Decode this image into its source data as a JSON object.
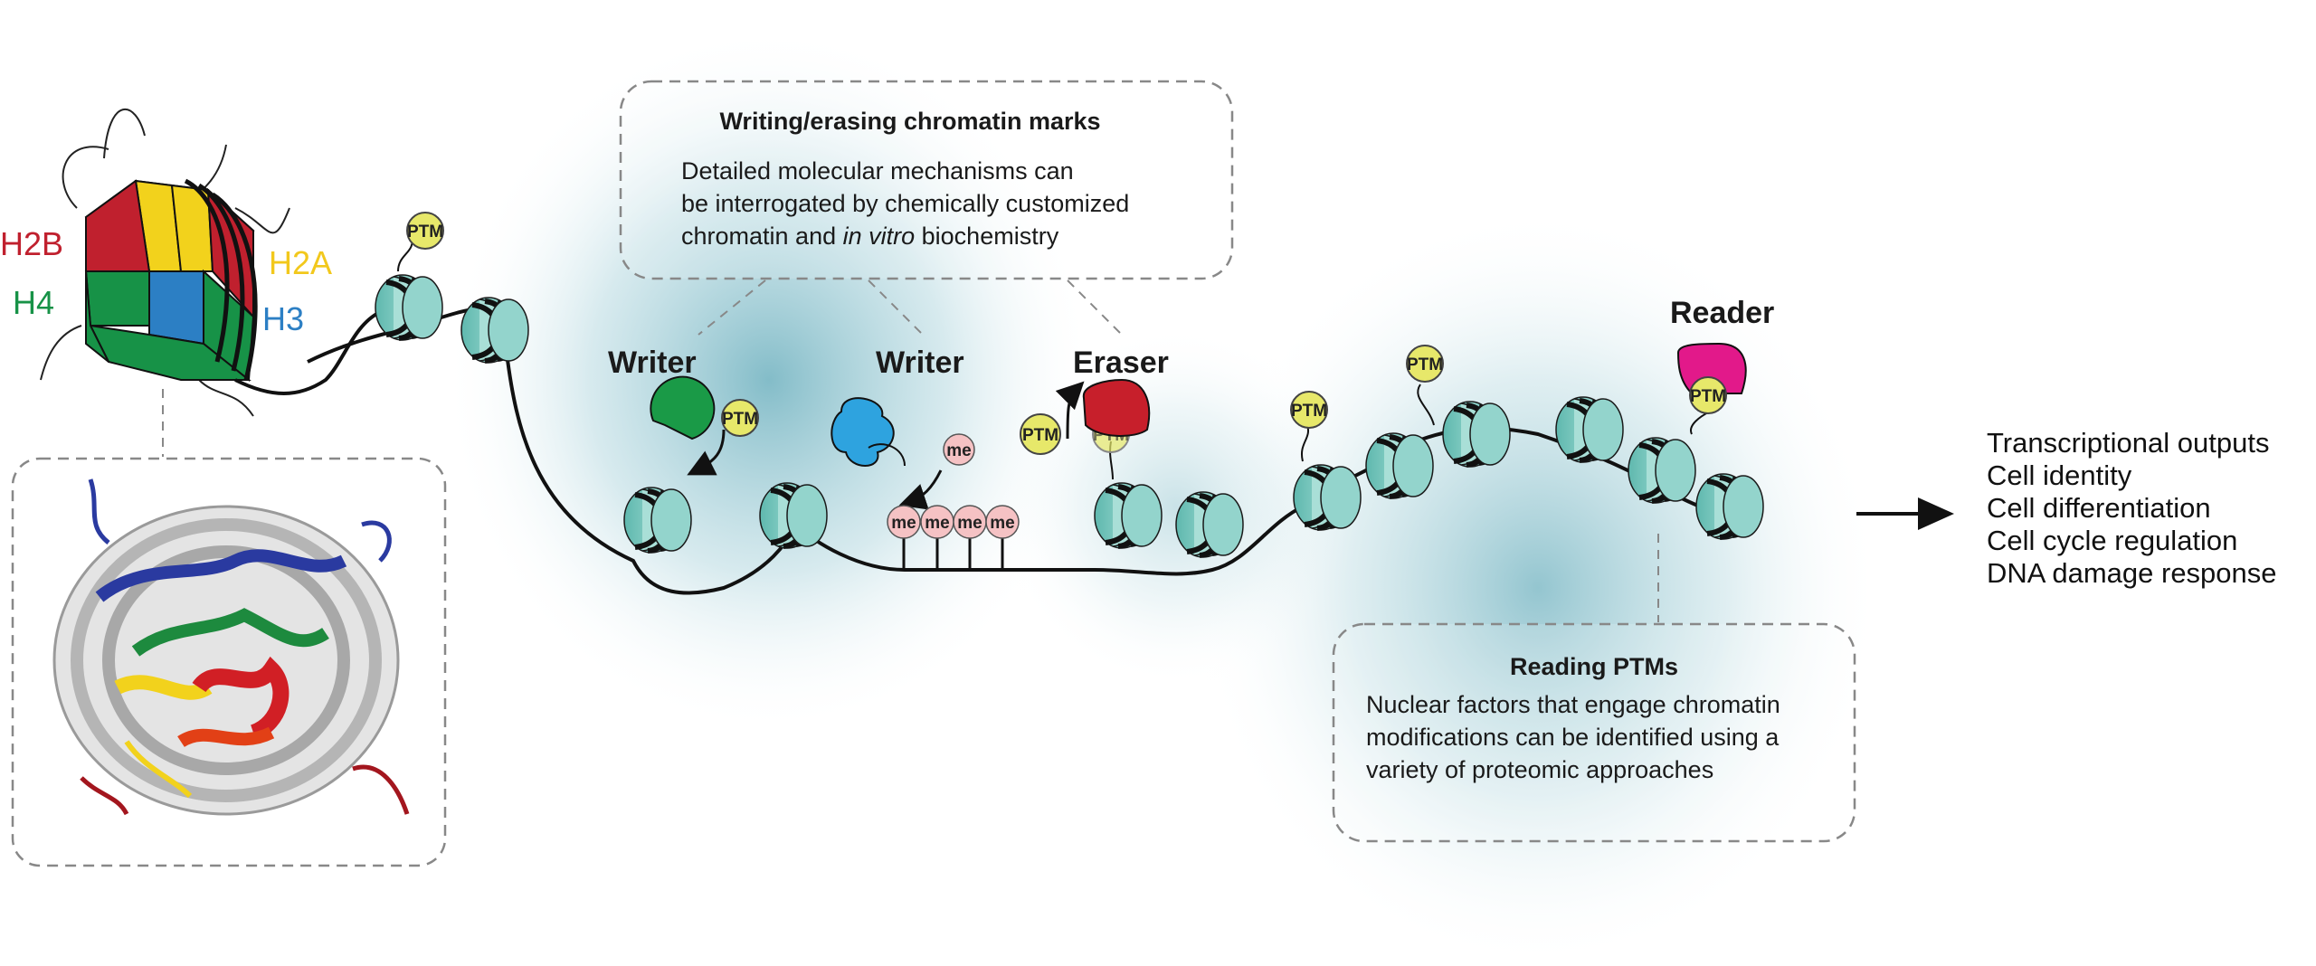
{
  "histone_labels": {
    "h2b": "H2B",
    "h2a": "H2A",
    "h4": "H4",
    "h3": "H3"
  },
  "writing_box": {
    "title": "Writing/erasing chromatin marks",
    "line1": "Detailed molecular mechanisms can",
    "line2": "be interrogated by chemically customized",
    "line3_pre": "chromatin and ",
    "line3_italic": "in vitro",
    "line3_post": " biochemistry"
  },
  "enzymes": {
    "writer_1": "Writer",
    "writer_2": "Writer",
    "eraser": "Eraser",
    "reader": "Reader"
  },
  "marks": {
    "ptm": "PTM",
    "me": "me"
  },
  "reading_box": {
    "title": "Reading PTMs",
    "line1": "Nuclear factors that engage chromatin",
    "line2": "modifications can be identified using a",
    "line3": "variety of proteomic approaches"
  },
  "outputs": [
    "Transcriptional outputs",
    "Cell identity",
    "Cell differentiation",
    "Cell cycle regulation",
    "DNA damage response"
  ],
  "colors": {
    "h2b": "#c0202e",
    "h2a": "#f2d21c",
    "h4": "#179247",
    "h3": "#2c7fc4",
    "nucleosome": "#7cc8bf",
    "ptm": "#e7e86a",
    "me": "#f5c2c4",
    "writer_green": "#1a9a47",
    "writer_blue": "#2ea3df",
    "eraser_red": "#c71f2b",
    "reader_magenta": "#e2198a",
    "glow": "#6aaebd"
  }
}
